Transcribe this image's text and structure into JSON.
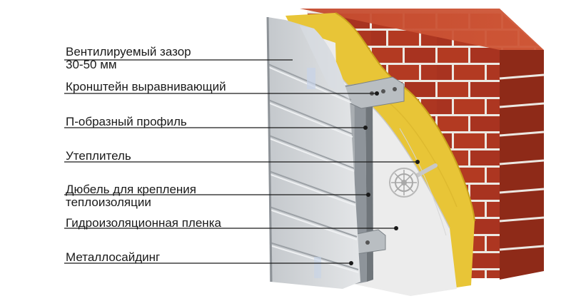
{
  "labels": {
    "vent_gap_line1": "Вентилируемый зазор",
    "vent_gap_line2": "30-50 мм",
    "bracket": "Кронштейн выравнивающий",
    "u_profile": "П-образный профиль",
    "insulation": "Утеплитель",
    "dowel_line1": "Дюбель для крепления",
    "dowel_line2": "теплоизоляции",
    "membrane": "Гидроизоляционная пленка",
    "siding": "Металлосайдинг"
  },
  "colors": {
    "brick": "#b33a22",
    "mortar": "#ece8e2",
    "insulation": "#e8c537",
    "membrane": "#ebebeb",
    "siding": "#d6d9dc",
    "profile": "#8e949a"
  }
}
